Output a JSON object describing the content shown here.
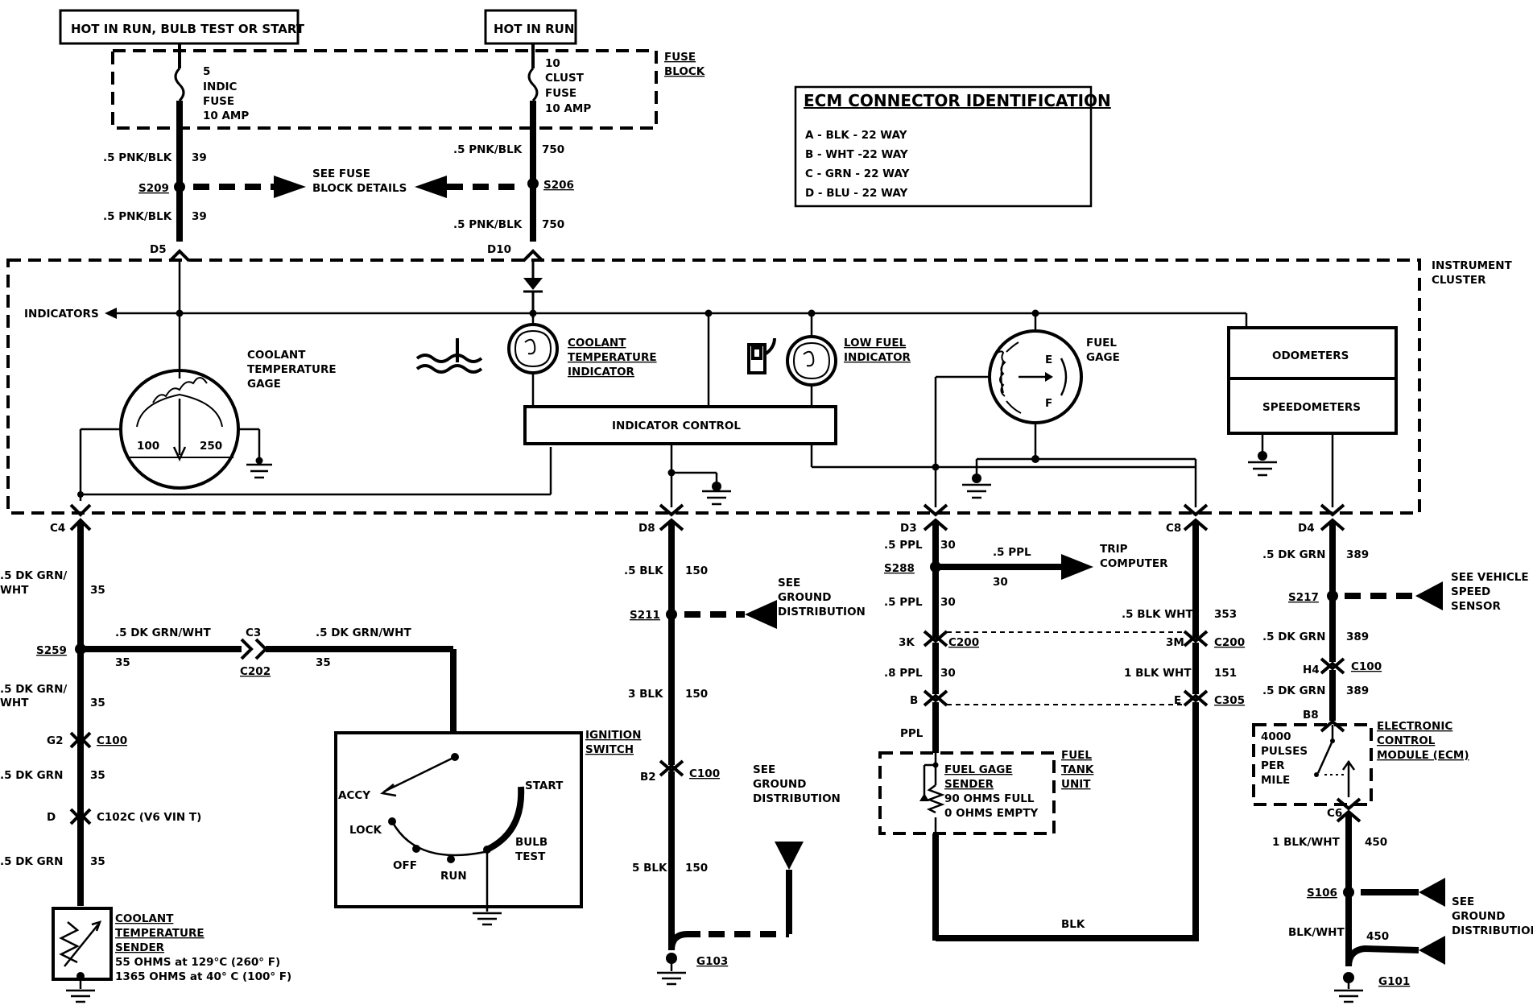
{
  "power": {
    "hot_run_bulb": "HOT IN RUN, BULB TEST OR START",
    "hot_run": "HOT IN RUN"
  },
  "fuse_block": {
    "label": [
      "FUSE",
      "BLOCK"
    ],
    "indic_fuse": [
      "5",
      "INDIC",
      "FUSE",
      "10 AMP"
    ],
    "clust_fuse": [
      "10",
      "CLUST",
      "FUSE",
      "10 AMP"
    ]
  },
  "ecm_connector": {
    "title": "ECM CONNECTOR IDENTIFICATION",
    "items": [
      "A - BLK - 22 WAY",
      "B - WHT -22 WAY",
      "C - GRN - 22 WAY",
      "D - BLU - 22 WAY"
    ]
  },
  "wires": {
    "w_pnk_blk": ".5 PNK/BLK",
    "w_pnk_blk_b": ".5 PNK/BLK",
    "n39": "39",
    "n750": "750",
    "dk_grn_wht": ".5 DK GRN/",
    "wht": "WHT",
    "dk_grn_wht_full": ".5 DK GRN/WHT",
    "n35": "35",
    "dk_grn": ".5 DK GRN",
    "blk5": ".5 BLK",
    "blk3": "3 BLK",
    "blk5b": "5 BLK",
    "n150": "150",
    "ppl5": ".5 PPL",
    "ppl8": ".8 PPL",
    "ppl": "PPL",
    "n30": "30",
    "blk_wht5": ".5 BLK WHT",
    "blk_wht1": "1 BLK WHT",
    "n353": "353",
    "n151": "151",
    "blk": "BLK",
    "dk_grn389": ".5 DK GRN",
    "n389": "389",
    "blk_wht_1": "1 BLK/WHT",
    "blk_wht": "BLK/WHT",
    "n450": "450"
  },
  "splices": {
    "s209": "S209",
    "s206": "S206",
    "s259": "S259",
    "s211": "S211",
    "s288": "S288",
    "s217": "S217",
    "s106": "S106"
  },
  "connectors": {
    "d5": "D5",
    "d10": "D10",
    "c4": "C4",
    "d8": "D8",
    "d3": "D3",
    "c8": "C8",
    "d4": "D4",
    "c3": "C3",
    "c202": "C202",
    "g2": "G2",
    "c100": "C100",
    "d": "D",
    "c102c": "C102C (V6 VIN T)",
    "b2": "B2",
    "c100b": "C100",
    "k3": "3K",
    "c200": "C200",
    "b": "B",
    "m3": "3M",
    "c200b": "C200",
    "e": "E",
    "c305": "C305",
    "h4": "H4",
    "c100c": "C100",
    "b8": "B8",
    "c6": "C6",
    "g103": "G103",
    "g101": "G101"
  },
  "refs": {
    "see_fuse": [
      "SEE FUSE",
      "BLOCK DETAILS"
    ],
    "see_ground1": [
      "SEE",
      "GROUND",
      "DISTRIBUTION"
    ],
    "see_ground2": [
      "SEE",
      "GROUND",
      "DISTRIBUTION"
    ],
    "trip": [
      "TRIP",
      "COMPUTER"
    ],
    "speed": [
      "SEE VEHICLE",
      "SPEED",
      "SENSOR"
    ],
    "see_ground3": [
      "SEE",
      "GROUND",
      "DISTRIBUTION"
    ]
  },
  "cluster": {
    "label": [
      "INSTRUMENT",
      "CLUSTER"
    ],
    "indicators": "INDICATORS",
    "coolant_gage": [
      "COOLANT",
      "TEMPERATURE",
      "GAGE"
    ],
    "gage_100": "100",
    "gage_250": "250",
    "coolant_ind": [
      "COOLANT",
      "TEMPERATURE",
      "INDICATOR"
    ],
    "low_fuel": [
      "LOW FUEL",
      "INDICATOR"
    ],
    "fuel_gage": [
      "FUEL",
      "GAGE"
    ],
    "fuel_e": "E",
    "fuel_f": "F",
    "indicator_control": "INDICATOR CONTROL",
    "odometers": "ODOMETERS",
    "speedometers": "SPEEDOMETERS"
  },
  "ignition": {
    "label": [
      "IGNITION",
      "SWITCH"
    ],
    "accy": "ACCY",
    "lock": "LOCK",
    "off": "OFF",
    "run": "RUN",
    "start": "START",
    "bulb": [
      "BULB",
      "TEST"
    ]
  },
  "fuel_tank": {
    "sender": [
      "FUEL GAGE",
      "SENDER",
      "90 OHMS FULL",
      "0 OHMS EMPTY"
    ],
    "unit": [
      "FUEL",
      "TANK",
      "UNIT"
    ]
  },
  "ecm": {
    "pulses": [
      "4000",
      "PULSES",
      "PER",
      "MILE"
    ],
    "label": [
      "ELECTRONIC",
      "CONTROL",
      "MODULE (ECM)"
    ]
  },
  "coolant_sender": {
    "label": [
      "COOLANT",
      "TEMPERATURE",
      "SENDER",
      "55 OHMS at 129°C (260° F)",
      "1365 OHMS at 40° C (100° F)"
    ]
  }
}
